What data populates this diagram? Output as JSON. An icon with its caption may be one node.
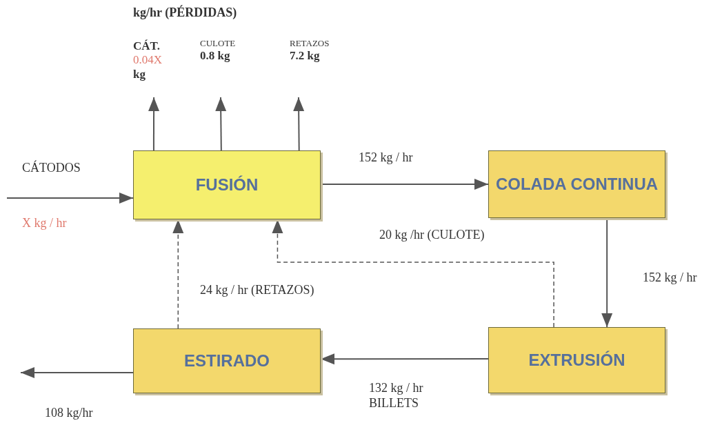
{
  "diagram": {
    "nodes": [
      {
        "text": [
          "FUSIÓN"
        ]
      },
      {
        "text": [
          "COLADA CONTINUA"
        ]
      },
      {
        "text": [
          "EXTRUSIÓN"
        ]
      },
      {
        "text": [
          "ESTIRADO"
        ]
      },
      {
        "text": [
          "CÁT.",
          "0.04X",
          "kg"
        ]
      },
      {
        "text": [
          "CULOTE",
          "0.8 kg"
        ]
      },
      {
        "text": [
          "RETAZOS",
          "7.2 kg"
        ]
      }
    ],
    "edges": [
      {
        "from": null,
        "to": 0,
        "arrow": "to",
        "label": "CÁTODOS"
      },
      {
        "from": 0,
        "to": 4,
        "arrow": "to"
      },
      {
        "from": 0,
        "to": 5,
        "arrow": "to"
      },
      {
        "from": 0,
        "to": 6,
        "arrow": "to"
      },
      {
        "from": 0,
        "to": 1,
        "arrow": "to",
        "label": "152 kg / hr"
      },
      {
        "from": 1,
        "to": 2,
        "arrow": "to",
        "label": "152 kg / hr"
      },
      {
        "from": 2,
        "to": 3,
        "arrow": "to",
        "label": "132 kg / hr BILLETS"
      },
      {
        "from": 2,
        "to": 0,
        "arrow": "to",
        "style": "dashed",
        "label": "20 kg /hr (CULOTE)"
      },
      {
        "from": 3,
        "to": 0,
        "arrow": "to",
        "style": "dashed",
        "label": "24 kg / hr (RETAZOS)"
      },
      {
        "from": 3,
        "to": null,
        "arrow": "to",
        "label": "108 kg/hr"
      }
    ],
    "labels": [
      "kg/hr (PÉRDIDAS)",
      "X kg / hr"
    ]
  }
}
